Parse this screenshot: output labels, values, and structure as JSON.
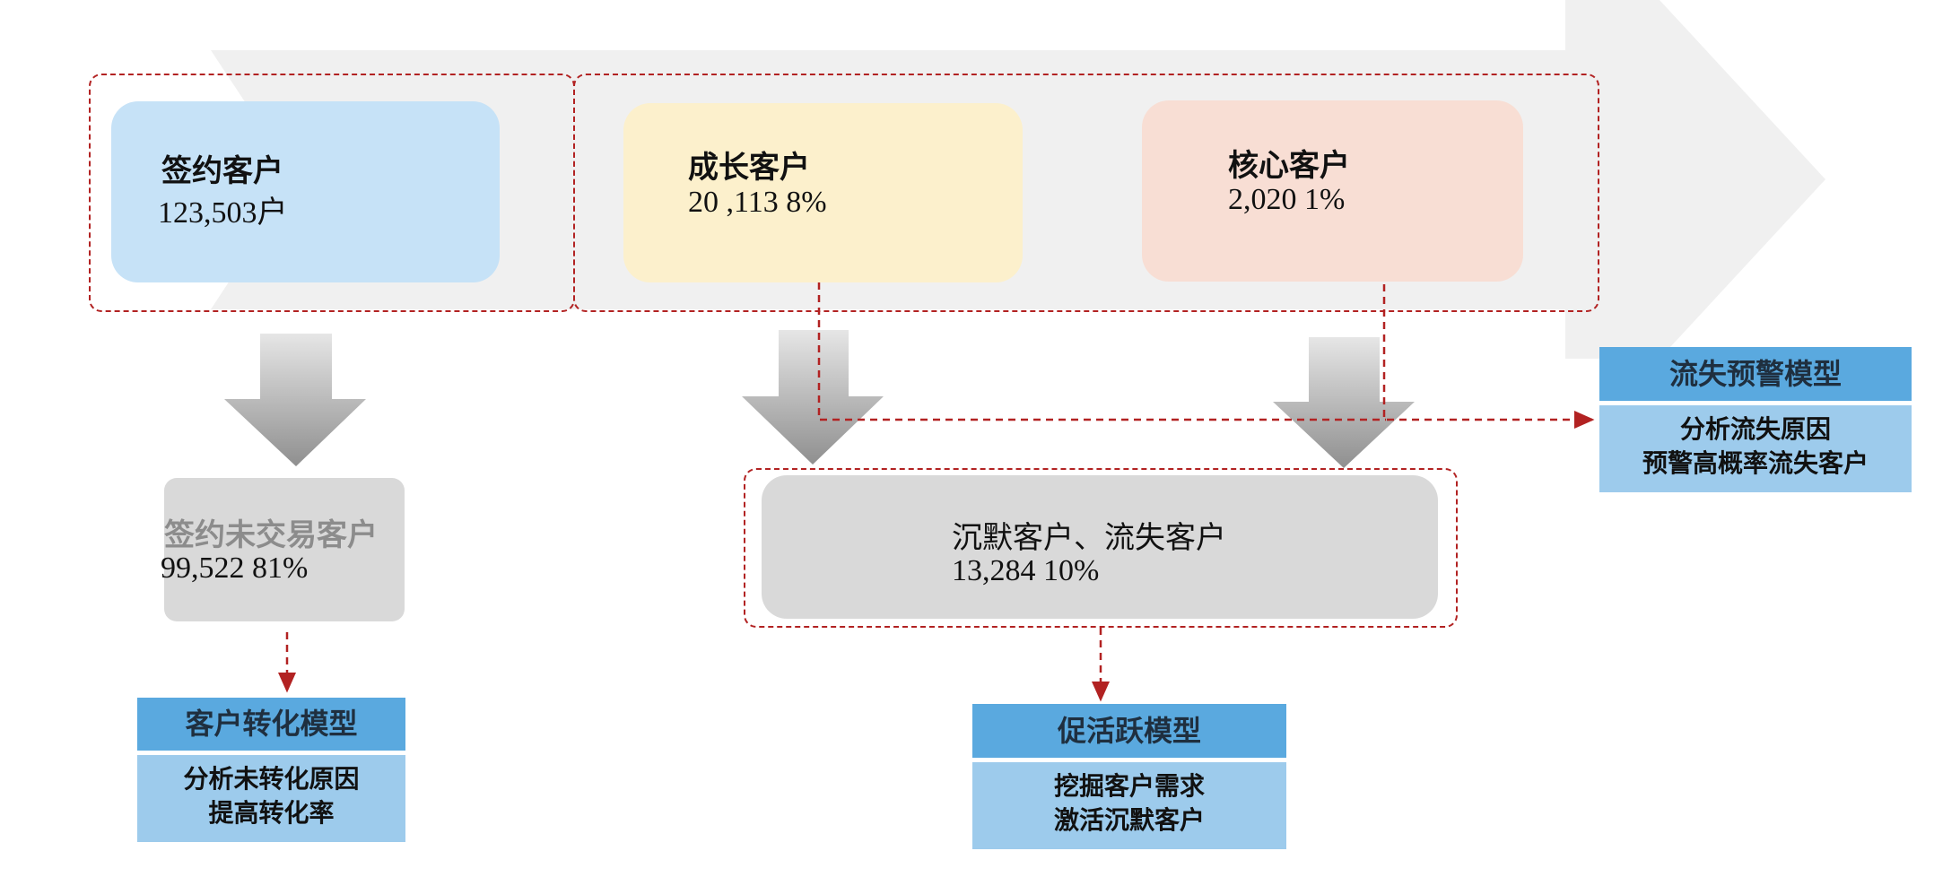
{
  "stages": {
    "signed": {
      "title": "签约客户",
      "stats": "123,503户",
      "color": "#c6e2f7"
    },
    "growth": {
      "title": "成长客户",
      "stats": "20 ,113   8%",
      "color": "#fcf0cc"
    },
    "core": {
      "title": "核心客户",
      "stats": "2,020    1%",
      "color": "#f8ded4"
    }
  },
  "outcomes": {
    "untraded": {
      "title": "签约未交易客户",
      "stats": "99,522   81%",
      "color": "#d9d9d9"
    },
    "dormant": {
      "title": "沉默客户、流失客户",
      "stats": "13,284  10%",
      "color": "#d9d9d9"
    }
  },
  "models": {
    "conversion": {
      "title": "客户转化模型",
      "lines": [
        "分析未转化原因",
        "提高转化率"
      ]
    },
    "activation": {
      "title": "促活跃模型",
      "lines": [
        "挖掘客户需求",
        "激活沉默客户"
      ]
    },
    "churn": {
      "title": "流失预警模型",
      "lines": [
        "分析流失原因",
        "预警高概率流失客户"
      ]
    }
  },
  "colors": {
    "model_header": "#5aa9df",
    "model_body": "#9dcbec",
    "dashed_line": "#b22222",
    "big_arrow": "#f0f0f0"
  }
}
